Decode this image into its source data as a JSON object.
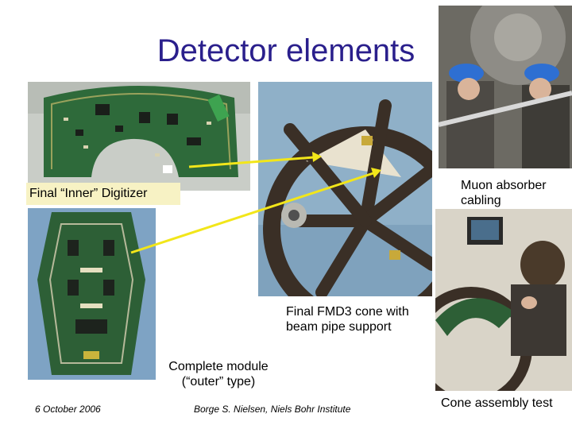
{
  "slide": {
    "title": "Detector elements",
    "labels": {
      "inner_digitizer": "Final “Inner” Digitizer",
      "muon_absorber_line1": "Muon absorber",
      "muon_absorber_line2": "cabling",
      "fmd3_line1": "Final FMD3 cone with",
      "fmd3_line2": "beam pipe support",
      "module_line1": "Complete module",
      "module_line2": "(“outer” type)",
      "cone_test": "Cone assembly test"
    },
    "footer": {
      "date": "6 October 2006",
      "author": "Borge S. Nielsen, Niels Bohr Institute"
    }
  },
  "colors": {
    "title": "#2a1f8c",
    "arrow": "#f2e61a",
    "highlight_box": "#f7f2c4"
  }
}
